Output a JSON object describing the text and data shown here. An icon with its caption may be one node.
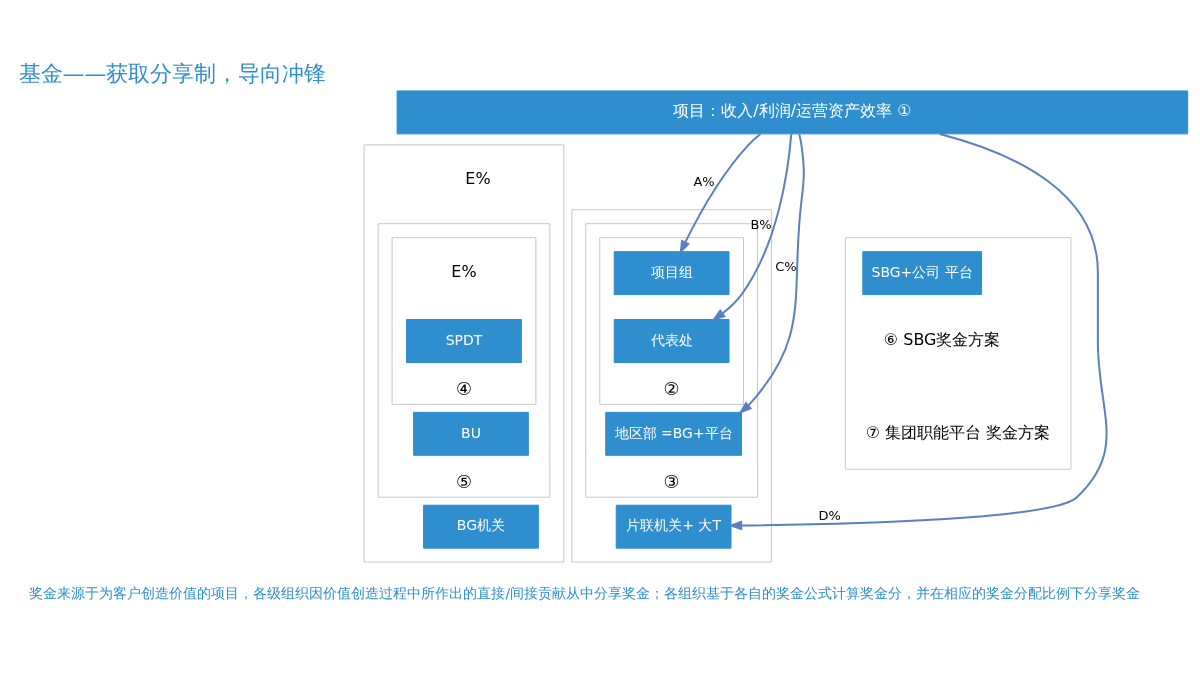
{
  "diagram": {
    "title": "基金——获取分享制，导向冲锋",
    "caption": "奖金来源于为客户创造价值的项目，各级组织因价值创造过程中所作出的直接/间接贡献从中分享奖金；各组织基于各自的奖金公式计算奖金分，并在相应的奖金分配比例下分享奖金",
    "nodes": [
      {
        "text": [
          "项目：收入/利润/运营资产效率 ①"
        ]
      },
      {
        "text": [],
        "shape": "box"
      },
      {
        "text": [
          "③"
        ],
        "in": 1
      },
      {
        "text": [
          "②"
        ],
        "in": 2
      },
      {
        "text": [
          "项目组"
        ],
        "in": 3
      },
      {
        "text": [
          "代表处"
        ],
        "in": 3
      },
      {
        "text": [
          "地区部 =BG+平台"
        ],
        "in": 2
      },
      {
        "text": [
          "片联机关+ 大T"
        ],
        "in": 1
      },
      {
        "text": [],
        "shape": "box"
      },
      {
        "text": [
          "⑤"
        ],
        "in": 8
      },
      {
        "text": [
          "④"
        ],
        "in": 9
      },
      {
        "text": [
          "SPDT"
        ],
        "in": 10
      },
      {
        "text": [
          "BU"
        ],
        "in": 9
      },
      {
        "text": [
          "BG机关"
        ],
        "in": 8
      },
      {
        "text": [],
        "shape": "box"
      },
      {
        "text": [
          "SBG+公司 平台"
        ],
        "in": 14
      }
    ],
    "edges": [
      {
        "from": 0,
        "to": 4,
        "arrow": "to",
        "label": "A%"
      },
      {
        "from": 0,
        "to": 5,
        "arrow": "to",
        "label": "B%"
      },
      {
        "from": 0,
        "to": 6,
        "arrow": "to",
        "label": "C%"
      },
      {
        "from": 0,
        "to": 7,
        "arrow": "to",
        "label": "D%"
      }
    ],
    "labels": [
      "E%",
      "E%",
      "⑥ SBG奖金方案",
      "⑦ 集团职能平台 奖金方案"
    ]
  }
}
